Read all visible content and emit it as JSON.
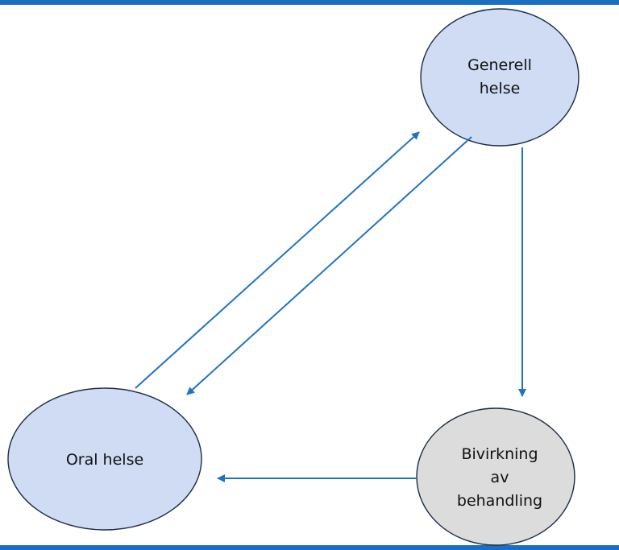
{
  "colors": {
    "border": "#1a6fc0",
    "arrow": "#1f73c4",
    "node_blue_fill": "#cfdcf3",
    "node_gray_fill": "#dcdcdc",
    "node_stroke": "#1b2e47"
  },
  "nodes": {
    "generell": {
      "line1": "Generell",
      "line2": "helse"
    },
    "oral": {
      "line1": "Oral helse"
    },
    "bivirkning": {
      "line1": "Bivirkning",
      "line2": "av",
      "line3": "behandling"
    }
  }
}
